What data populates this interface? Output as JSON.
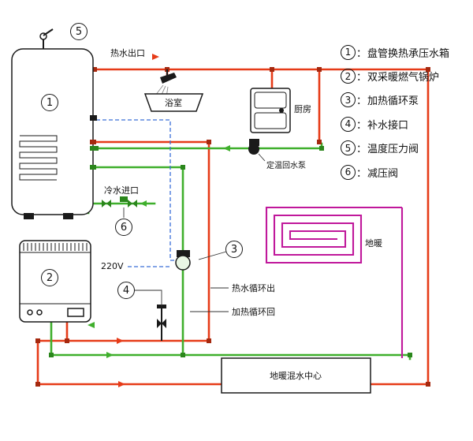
{
  "colors": {
    "hot": "#e63b18",
    "cold": "#3faf2c",
    "electric": "#3a6fd8",
    "coil": "#c0189b"
  },
  "labels": {
    "hot_water_outlet": "热水出口",
    "bathroom": "浴室",
    "kitchen": "厨房",
    "return_pump": "定温回水泵",
    "cold_water_inlet": "冷水进口",
    "voltage": "220V",
    "hot_circulation_out": "热水循环出",
    "heating_circulation_return": "加热循环回",
    "floor_heating": "地暖",
    "mixing_center": "地暖混水中心"
  },
  "markers": {
    "m1": "1",
    "m2": "2",
    "m3": "3",
    "m4": "4",
    "m5": "5",
    "m6": "6"
  },
  "legend": {
    "colon": "：",
    "items": [
      {
        "num": "1",
        "label": "盘管换热承压水箱"
      },
      {
        "num": "2",
        "label": "双采暖燃气锅炉"
      },
      {
        "num": "3",
        "label": "加热循环泵"
      },
      {
        "num": "4",
        "label": "补水接口"
      },
      {
        "num": "5",
        "label": "温度压力阀"
      },
      {
        "num": "6",
        "label": "减压阀"
      }
    ]
  }
}
